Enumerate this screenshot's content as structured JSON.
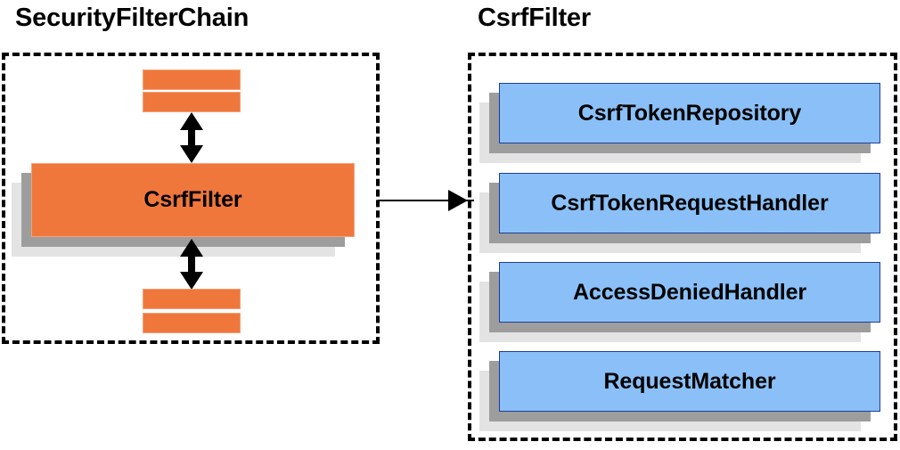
{
  "diagram": {
    "title_left": "SecurityFilterChain",
    "title_right": "CsrfFilter",
    "colors": {
      "orange_fill": "#f0773c",
      "orange_border": "#f5a179",
      "blue_fill": "#8ac0f7",
      "blue_border": "#1f3e99",
      "shadow_dark": "#9d9d9d",
      "shadow_light": "#e3e3e3",
      "outline": "#000000",
      "background": "#ffffff"
    }
  },
  "left_panel": {
    "title": "SecurityFilterChain",
    "filter_card": {
      "label": "CsrfFilter"
    },
    "upper_bars": [
      "",
      ""
    ],
    "lower_bars": [
      "",
      ""
    ],
    "arrows": {
      "upper": "double-headed-vertical-arrow",
      "lower": "double-headed-vertical-arrow"
    }
  },
  "connector": {
    "name": "arrow-left-to-right",
    "direction": "right"
  },
  "right_panel": {
    "title": "CsrfFilter",
    "collaborators": [
      {
        "label": "CsrfTokenRepository"
      },
      {
        "label": "CsrfTokenRequestHandler"
      },
      {
        "label": "AccessDeniedHandler"
      },
      {
        "label": "RequestMatcher"
      }
    ]
  }
}
